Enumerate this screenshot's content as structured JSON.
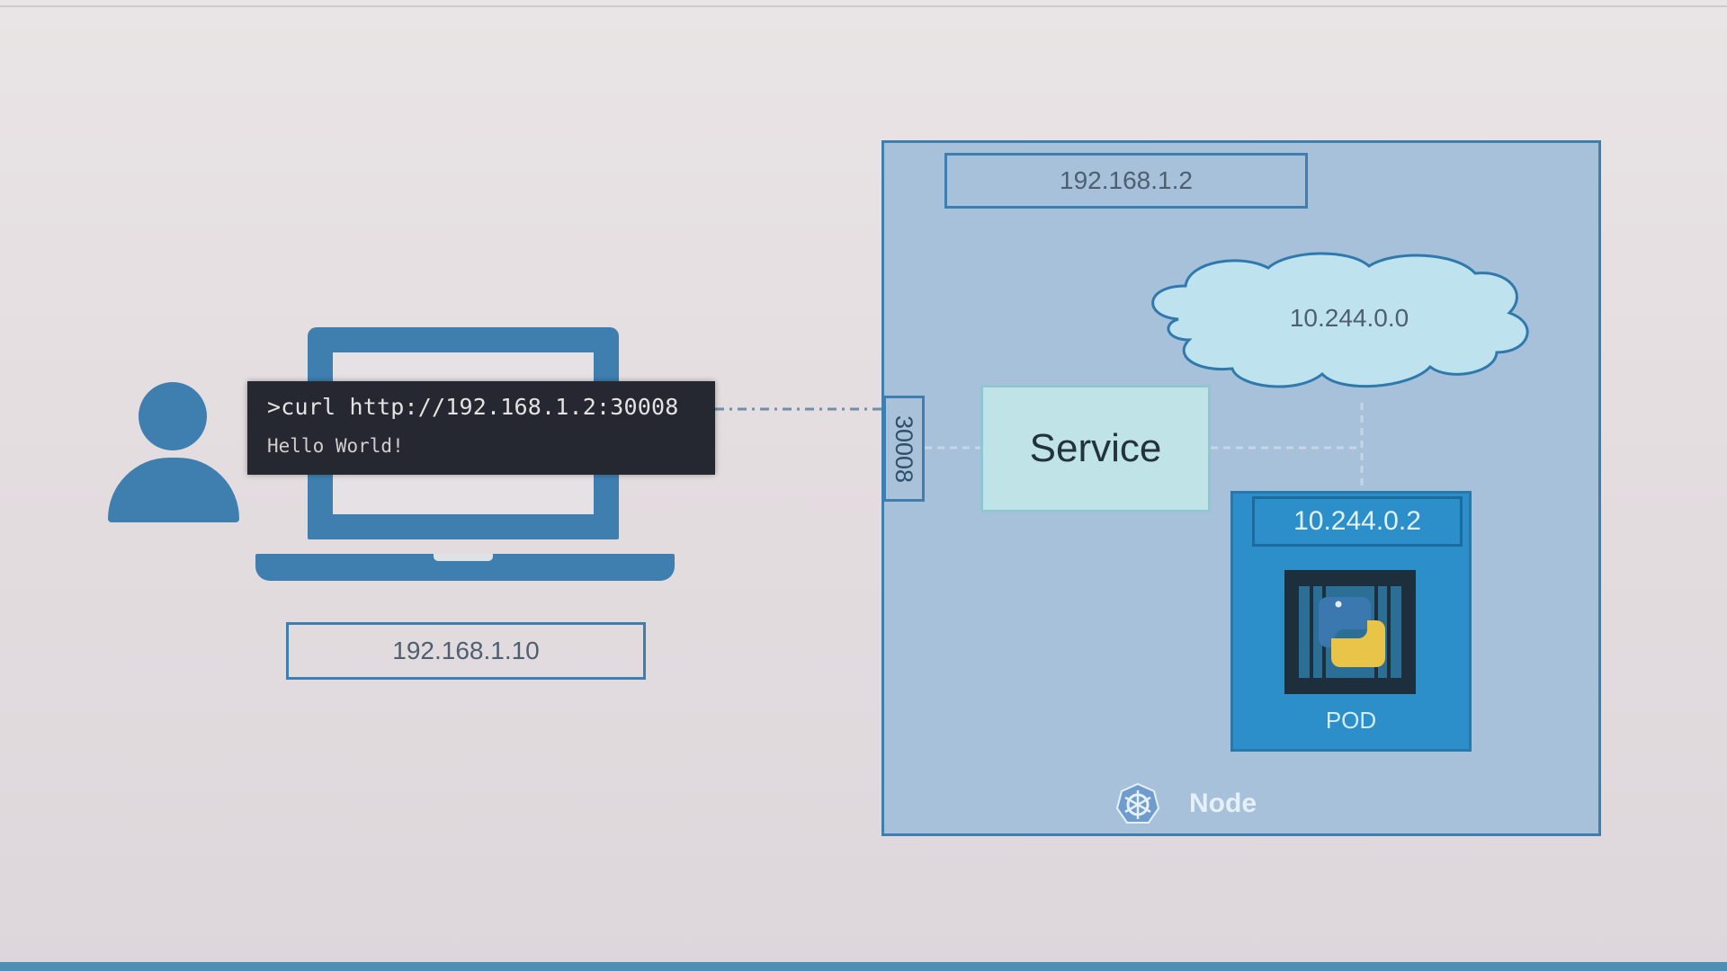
{
  "terminal": {
    "command": ">curl http://192.168.1.2:30008",
    "output": "Hello World!"
  },
  "client": {
    "ip": "192.168.1.10"
  },
  "node": {
    "ip": "192.168.1.2",
    "port": "30008",
    "service_label": "Service",
    "network": "10.244.0.0",
    "pod_ip": "10.244.0.2",
    "pod_label": "POD",
    "label": "Node"
  },
  "colors": {
    "accent": "#3f7fb0",
    "node_fill": "#a8c1da",
    "service_fill": "#bfe3e7",
    "pod_fill": "#2c8fc9",
    "cloud_fill": "#bfe3ee"
  },
  "icons": [
    "user-icon",
    "laptop-icon",
    "cloud-network-icon",
    "python-container-icon",
    "kubernetes-wheel-icon"
  ]
}
